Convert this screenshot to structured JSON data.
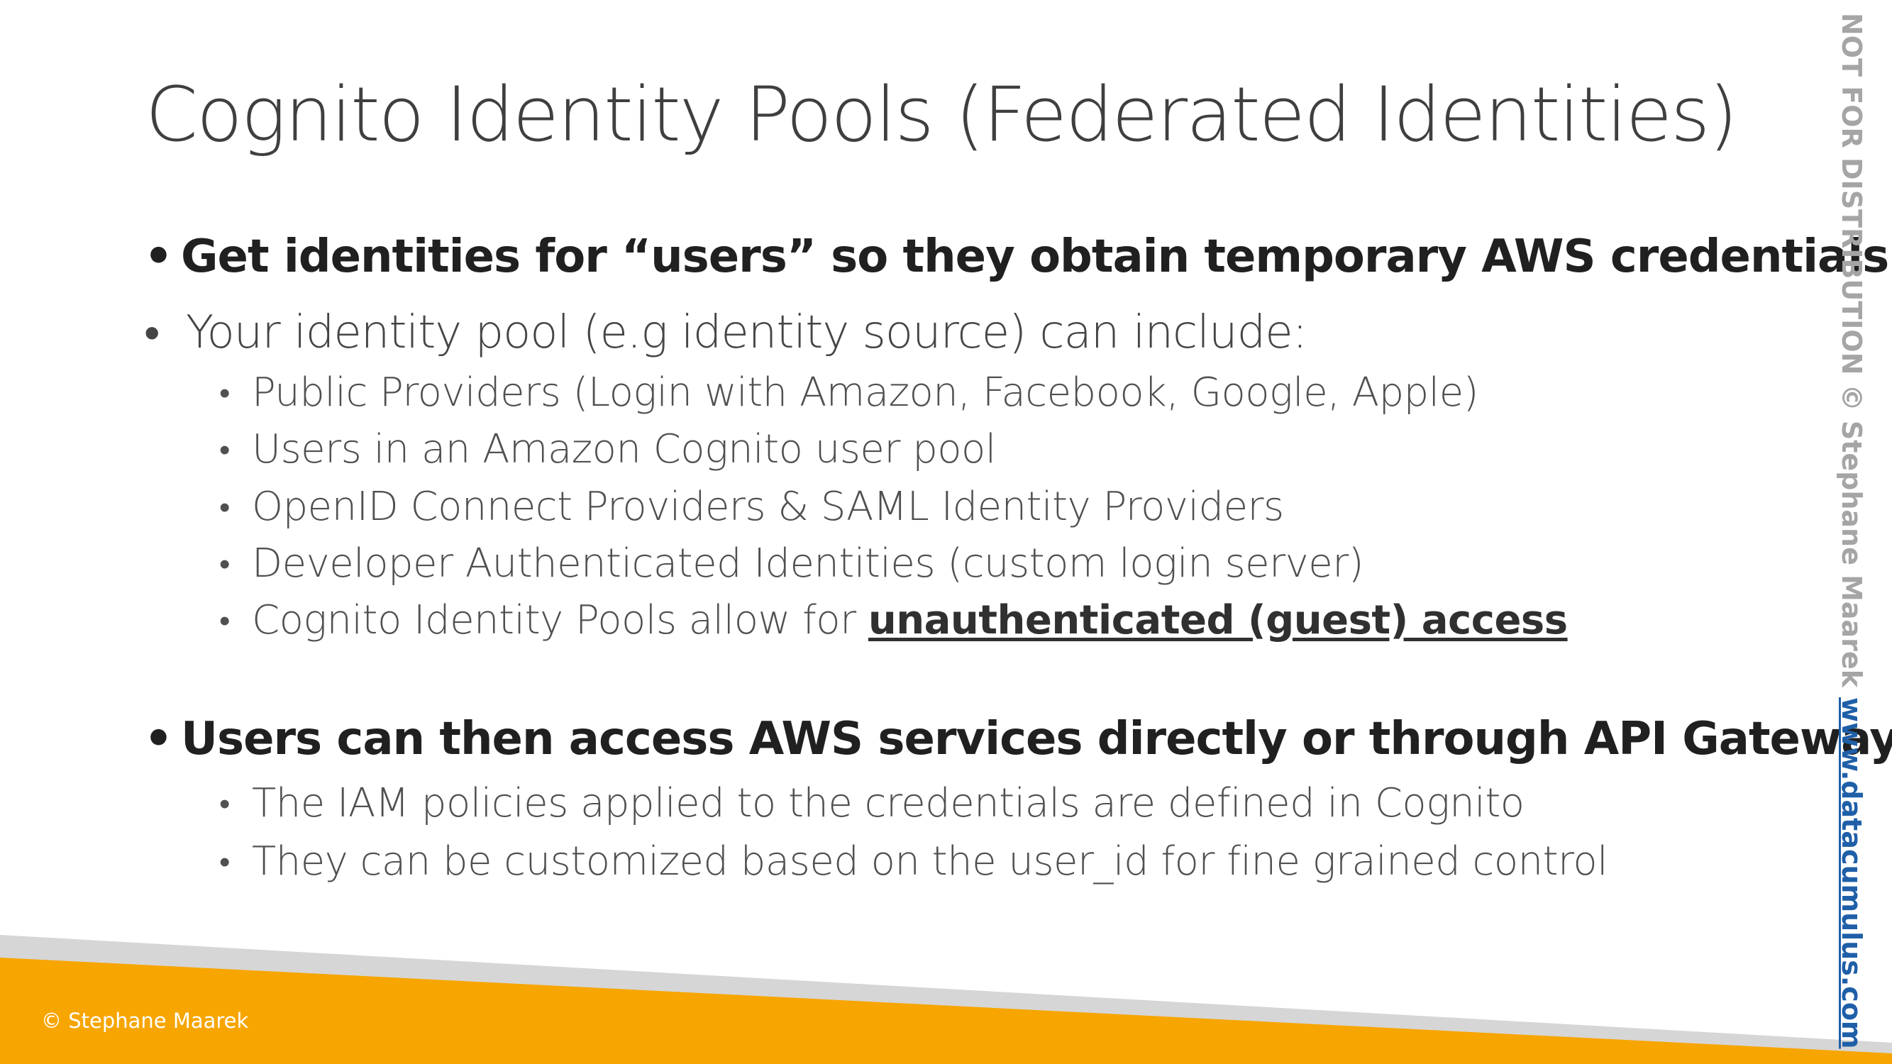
{
  "slide": {
    "title": "Cognito Identity Pools (Federated Identities)",
    "bullets": [
      {
        "text": "Get identities for “users” so they obtain temporary AWS credentials"
      },
      {
        "text": "Your identity pool (e.g identity source) can include:",
        "sub": [
          "Public Providers (Login with Amazon, Facebook, Google, Apple)",
          "Users in an Amazon Cognito user pool",
          "OpenID Connect Providers & SAML Identity Providers",
          "Developer Authenticated Identities (custom login server)"
        ],
        "sub_last_prefix": "Cognito Identity Pools allow for ",
        "sub_last_emphasis": "unauthenticated (guest) access"
      },
      {
        "text": "Users can then access AWS services directly or through API Gateway",
        "sub": [
          "The IAM policies applied to the credentials are defined in Cognito",
          "They can be customized based on the user_id for fine grained control"
        ]
      }
    ]
  },
  "footer": {
    "copyright": "© Stephane Maarek"
  },
  "sidebar": {
    "notice": "NOT FOR DISTRIBUTION © Stephane Maarek",
    "link": "www.datacumulus.com"
  },
  "colors": {
    "accent_orange": "#f7a500",
    "band_gray": "#d6d6d6",
    "link_blue": "#1f5fa8"
  }
}
